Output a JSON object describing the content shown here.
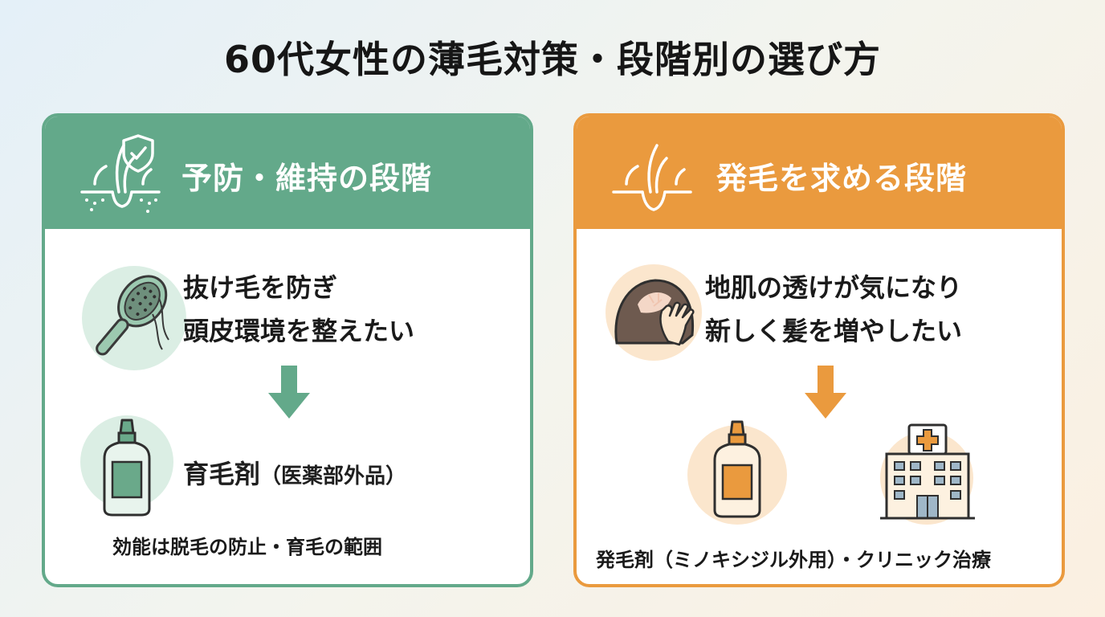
{
  "title": "60代女性の薄毛対策・段階別の選び方",
  "colors": {
    "green": "#63a98a",
    "orange": "#ea9a3e"
  },
  "left_panel": {
    "header": "予防・維持の段階",
    "header_icon": "hair-follicle-shield-icon",
    "need_line1": "抜け毛を防ぎ",
    "need_line2": "頭皮環境を整えたい",
    "need_icon": "hairbrush-icon",
    "product_name": "育毛剤",
    "product_sub": "（医薬部外品）",
    "product_icon": "tonic-bottle-icon",
    "note": "効能は脱毛の防止・育毛の範囲"
  },
  "right_panel": {
    "header": "発毛を求める段階",
    "header_icon": "hair-follicle-icon",
    "need_line1": "地肌の透けが気になり",
    "need_line2": "新しく髪を増やしたい",
    "need_icon": "thinning-scalp-icon",
    "product_icons": [
      "minoxidil-bottle-icon",
      "clinic-building-icon"
    ],
    "note": "発毛剤（ミノキシジル外用）・クリニック治療"
  }
}
